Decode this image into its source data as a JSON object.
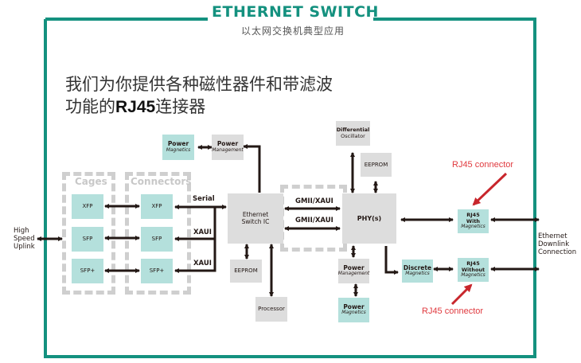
{
  "header": {
    "title": "ETHERNET SWITCH",
    "subtitle": "以太网交换机典型应用"
  },
  "headline": {
    "line1": "我们为你提供各种磁性器件和带滤波",
    "line2_prefix": "功能的",
    "line2_bold": "RJ45",
    "line2_suffix": "连接器"
  },
  "colors": {
    "frame": "#14917f",
    "teal_box": "#b4e0dc",
    "gray_box": "#dddddd",
    "dashed_group": "#cfcfcf",
    "annotation": "#e0393e",
    "wire": "#231815"
  },
  "groups": {
    "cages": "Cages",
    "connectors": "Connectors"
  },
  "blocks": {
    "power_magnetics_top": {
      "title": "Power",
      "sub": "Magnetics"
    },
    "power_management_top": {
      "title": "Power",
      "sub": "Management"
    },
    "cage_xfp": "XFP",
    "cage_sfp": "SFP",
    "cage_sfpplus": "SFP+",
    "conn_xfp": "XFP",
    "conn_sfp": "SFP",
    "conn_sfpplus": "SFP+",
    "switch_ic": {
      "line1": "Ethernet",
      "line2": "Switch IC"
    },
    "eeprom_switch": "EEPROM",
    "processor": "Processor",
    "diff_osc": {
      "line1": "Differential",
      "line2": "Oscillator"
    },
    "eeprom_phy": "EEPROM",
    "phy": "PHY(s)",
    "power_management_bottom": {
      "title": "Power",
      "sub": "Management"
    },
    "power_magnetics_bottom": {
      "title": "Power",
      "sub": "Magnetics"
    },
    "discrete_magnetics": {
      "title": "Discrete",
      "sub": "Magnetics"
    },
    "rj45_with": {
      "line1": "RJ45",
      "line2": "With",
      "sub": "Magnetics"
    },
    "rj45_without": {
      "line1": "RJ45",
      "line2": "Without",
      "sub": "Magnetics"
    }
  },
  "links": {
    "serial": "Serial",
    "xaui_1": "XAUI",
    "xaui_2": "XAUI",
    "gmii_1": "GMII/XAUI",
    "gmii_2": "GMII/XAUI"
  },
  "external": {
    "uplink": [
      "High",
      "Speed",
      "Uplink"
    ],
    "downlink": [
      "Ethernet",
      "Downlink",
      "Connection"
    ]
  },
  "annotations": {
    "rj45_top": "RJ45 connector",
    "rj45_bottom": "RJ45 connector"
  }
}
